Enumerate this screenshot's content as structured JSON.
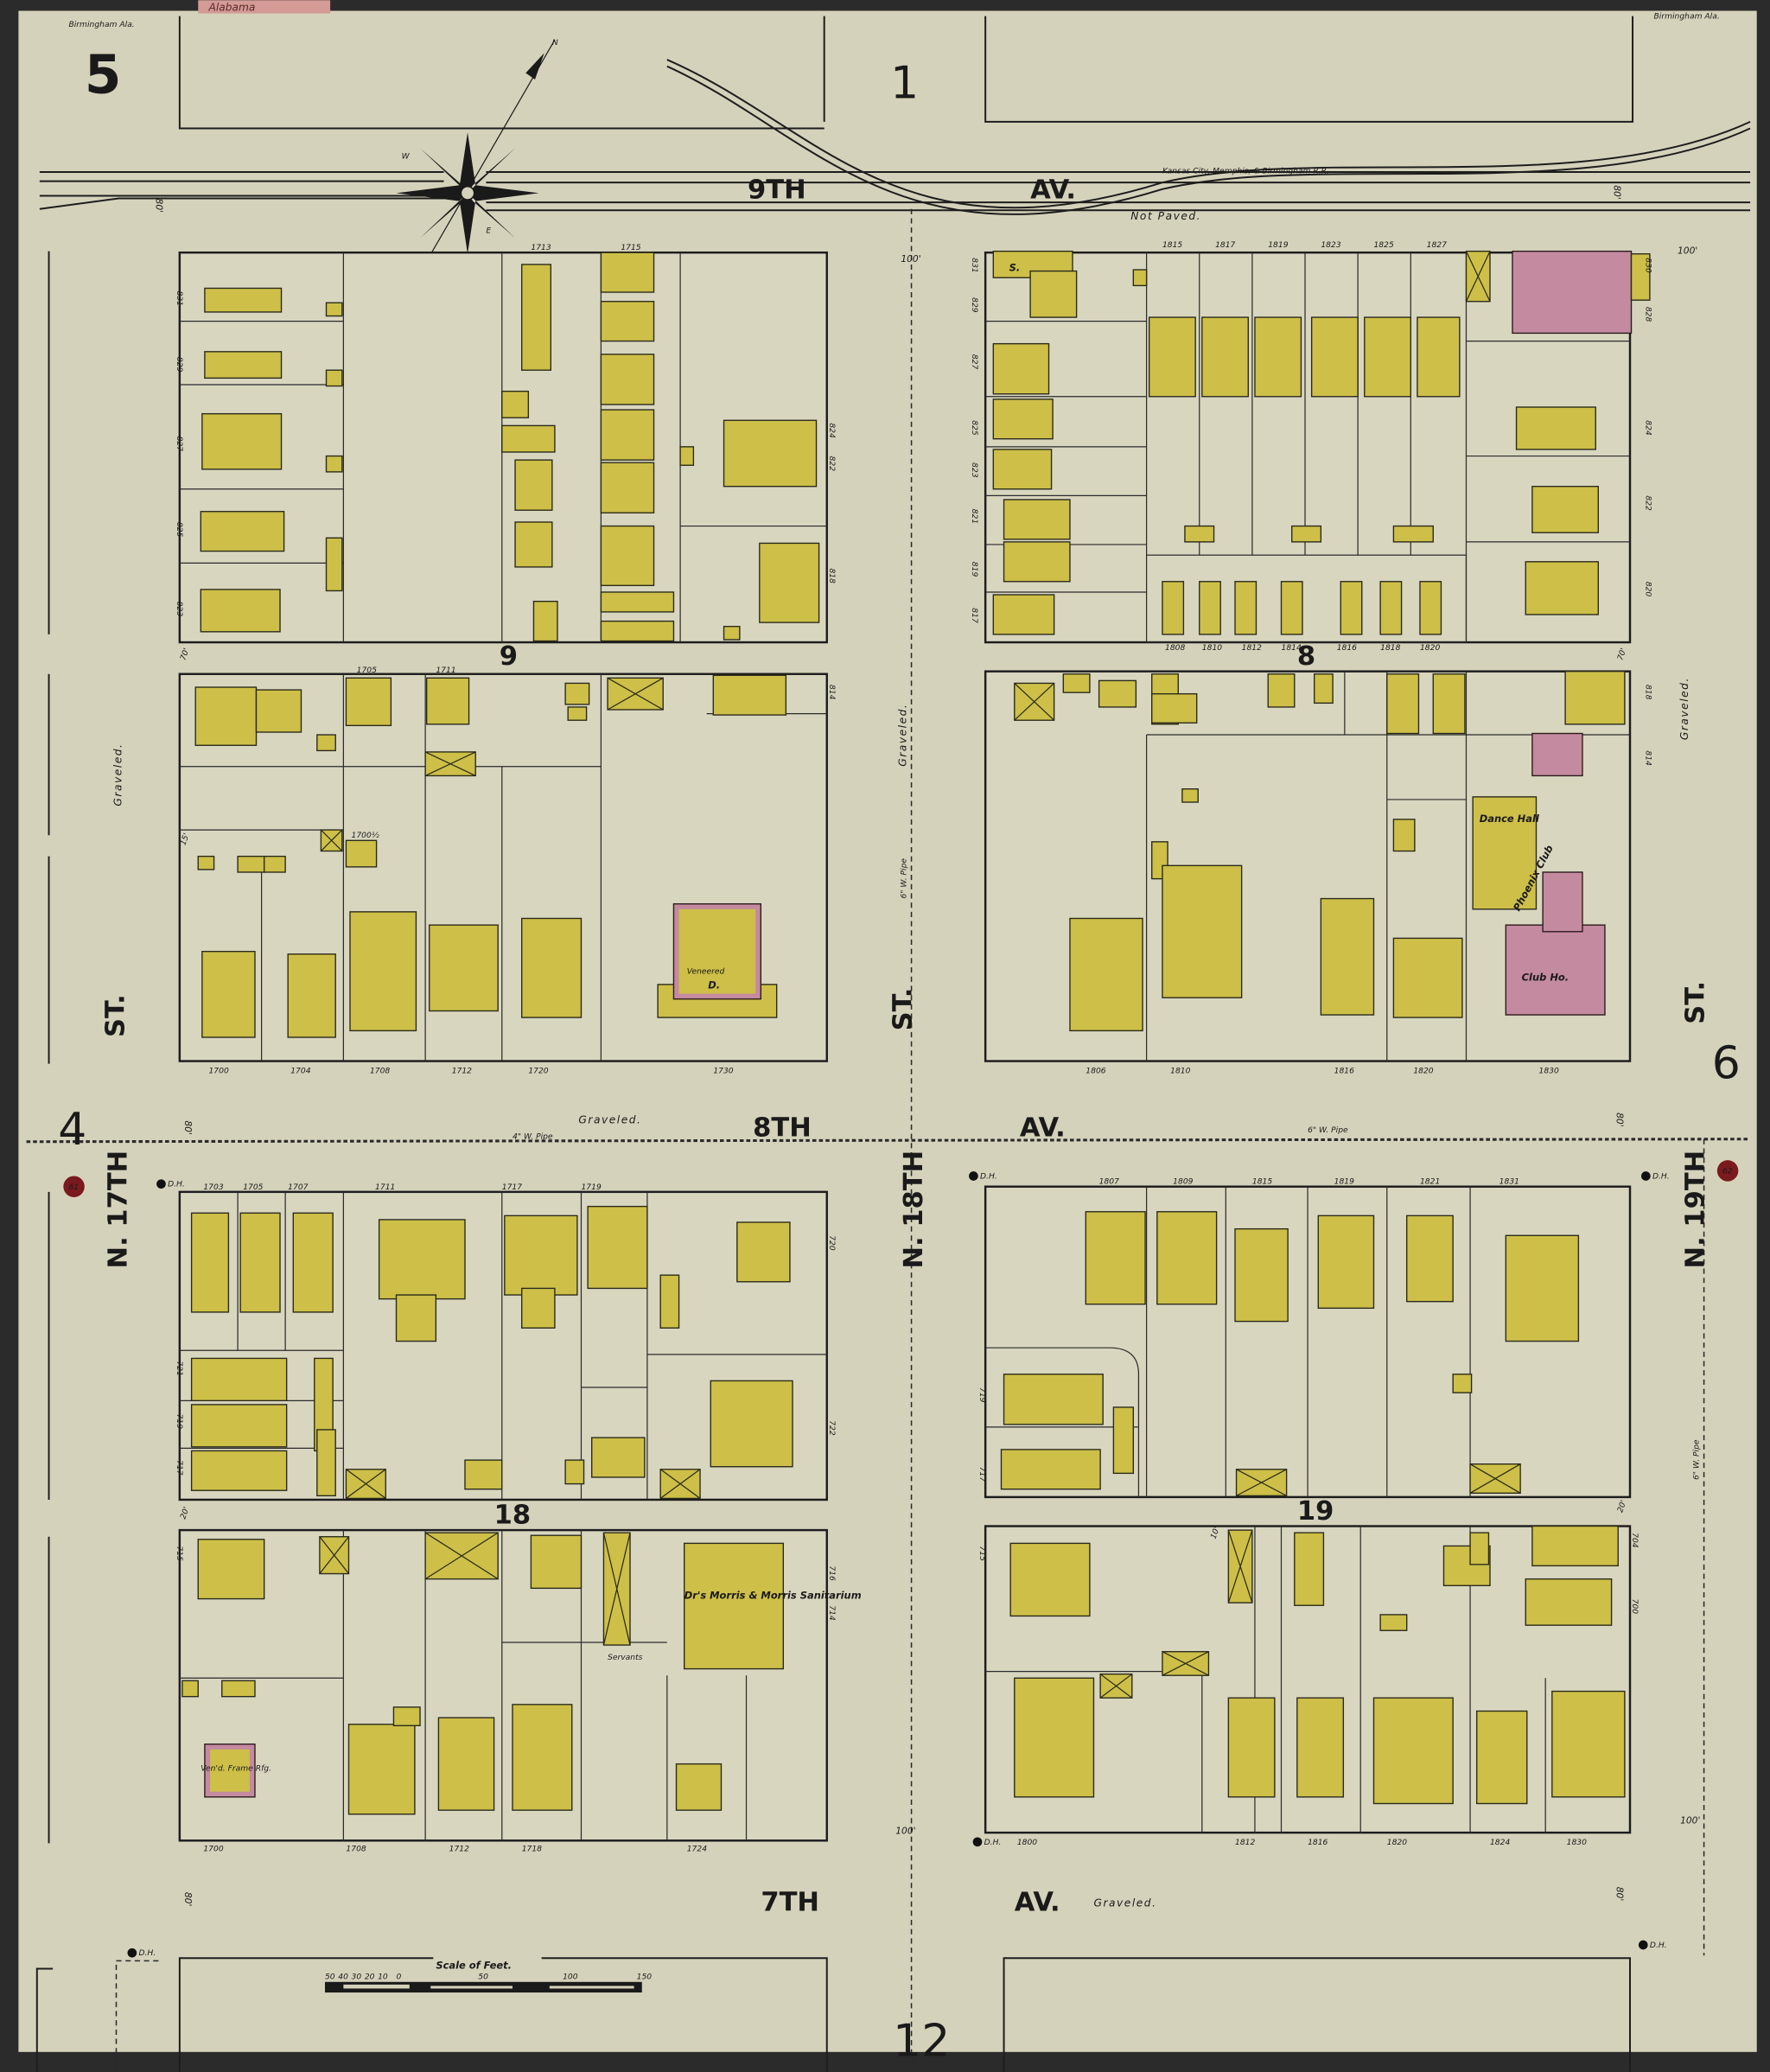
{
  "sheet": {
    "number": "5",
    "header_left": "Birmingham Ala.",
    "header_right": "Birmingham Ala.",
    "tab_label": "Alabama"
  },
  "adjacent_sheets": {
    "north": "1",
    "west": "4",
    "east": "6",
    "south": "12"
  },
  "compass": {
    "n": "N",
    "w": "W",
    "e": "E"
  },
  "streets": {
    "ninth_av": {
      "name": "9TH",
      "suffix": "AV.",
      "surface": "Not Paved.",
      "width_left": "80'",
      "width_right": "80'"
    },
    "eighth_av": {
      "name": "8TH",
      "suffix": "AV.",
      "surface": "Graveled.",
      "pipe_left": "4\" W. Pipe",
      "pipe_right": "6\" W. Pipe",
      "width_left": "80'",
      "width_right": "80'"
    },
    "seventh_av": {
      "name": "7TH",
      "suffix": "AV.",
      "surface": "Graveled.",
      "width_left": "80'",
      "width_right": "80'"
    },
    "n17th_st": {
      "name": "N. 17TH",
      "suffix": "ST.",
      "surface": "Graveled."
    },
    "n18th_st": {
      "name": "N. 18TH",
      "suffix": "ST.",
      "surface": "Graveled.",
      "pipe": "6\" W. Pipe",
      "width_top": "100'",
      "width_bottom": "100'"
    },
    "n19th_st": {
      "name": "N. 19TH",
      "suffix": "ST.",
      "surface": "Graveled.",
      "pipe": "6\" W. Pipe",
      "width_top": "100'",
      "width_bottom": "100'"
    },
    "alley_widths": [
      "70'",
      "15'",
      "20'",
      "10'",
      "70'",
      "20'"
    ]
  },
  "railroad": "Kansas City, Memphis, & Birmingham R.R.",
  "blocks": [
    "9",
    "8",
    "18",
    "19"
  ],
  "hydrant_label": "D.H.",
  "sheet_markers": {
    "left": "61",
    "right": "62"
  },
  "buildings": {
    "veneered": "Veneered",
    "veneered_d": "D.",
    "dance_hall": "Dance Hall",
    "phoenix_club": "Phoenix Club",
    "club_house": "Club Ho.",
    "sanitarium": "Dr's Morris & Morris Sanitarium",
    "servants": "Servants",
    "vend_frame": "Ven'd. Frame Rfg.",
    "dwelling": "D.",
    "store": "S."
  },
  "addresses": {
    "block9_top": [
      "1713",
      "1715"
    ],
    "block9_left_side": [
      "831",
      "829",
      "827",
      "825",
      "823"
    ],
    "block9_right_side": [
      "824",
      "822",
      "818",
      "814"
    ],
    "block9_mid": [
      "1705",
      "1711",
      "1700½"
    ],
    "block9_bottom": [
      "1700",
      "1704",
      "1708",
      "1712",
      "1720",
      "1730"
    ],
    "block8_top": [
      "1815",
      "1817",
      "1819",
      "1823",
      "1825",
      "1827"
    ],
    "block8_left_side": [
      "831",
      "829",
      "827",
      "825",
      "823",
      "821",
      "819",
      "817"
    ],
    "block8_right_side": [
      "830",
      "828",
      "824",
      "822",
      "820",
      "818",
      "814"
    ],
    "block8_alley": [
      "1808",
      "1810",
      "1812",
      "1814",
      "1816",
      "1818",
      "1820"
    ],
    "block8_bottom": [
      "1806",
      "1810",
      "1816",
      "1820",
      "1830"
    ],
    "block18_top": [
      "1703",
      "1705",
      "1707",
      "1711",
      "1717",
      "1719"
    ],
    "block18_left_side": [
      "721",
      "719",
      "717",
      "715"
    ],
    "block18_right_side": [
      "720",
      "722",
      "716",
      "714"
    ],
    "block18_bottom": [
      "1700",
      "1708",
      "1712",
      "1718",
      "1724"
    ],
    "block19_top": [
      "1807",
      "1809",
      "1815",
      "1819",
      "1821",
      "1831"
    ],
    "block19_left_side": [
      "719",
      "717",
      "715"
    ],
    "block19_right_side": [
      "704",
      "700"
    ],
    "block19_bottom": [
      "1800",
      "1812",
      "1816",
      "1820",
      "1824",
      "1830"
    ]
  },
  "scale": {
    "title": "Scale of Feet.",
    "ticks": [
      "50",
      "40",
      "30",
      "20",
      "10",
      "0",
      "50",
      "100",
      "150"
    ]
  },
  "colors": {
    "frame_dwelling": "#cdbf48",
    "brick": "#c48aa0",
    "paper": "#d5d2bb",
    "background": "#2b2b2b"
  }
}
